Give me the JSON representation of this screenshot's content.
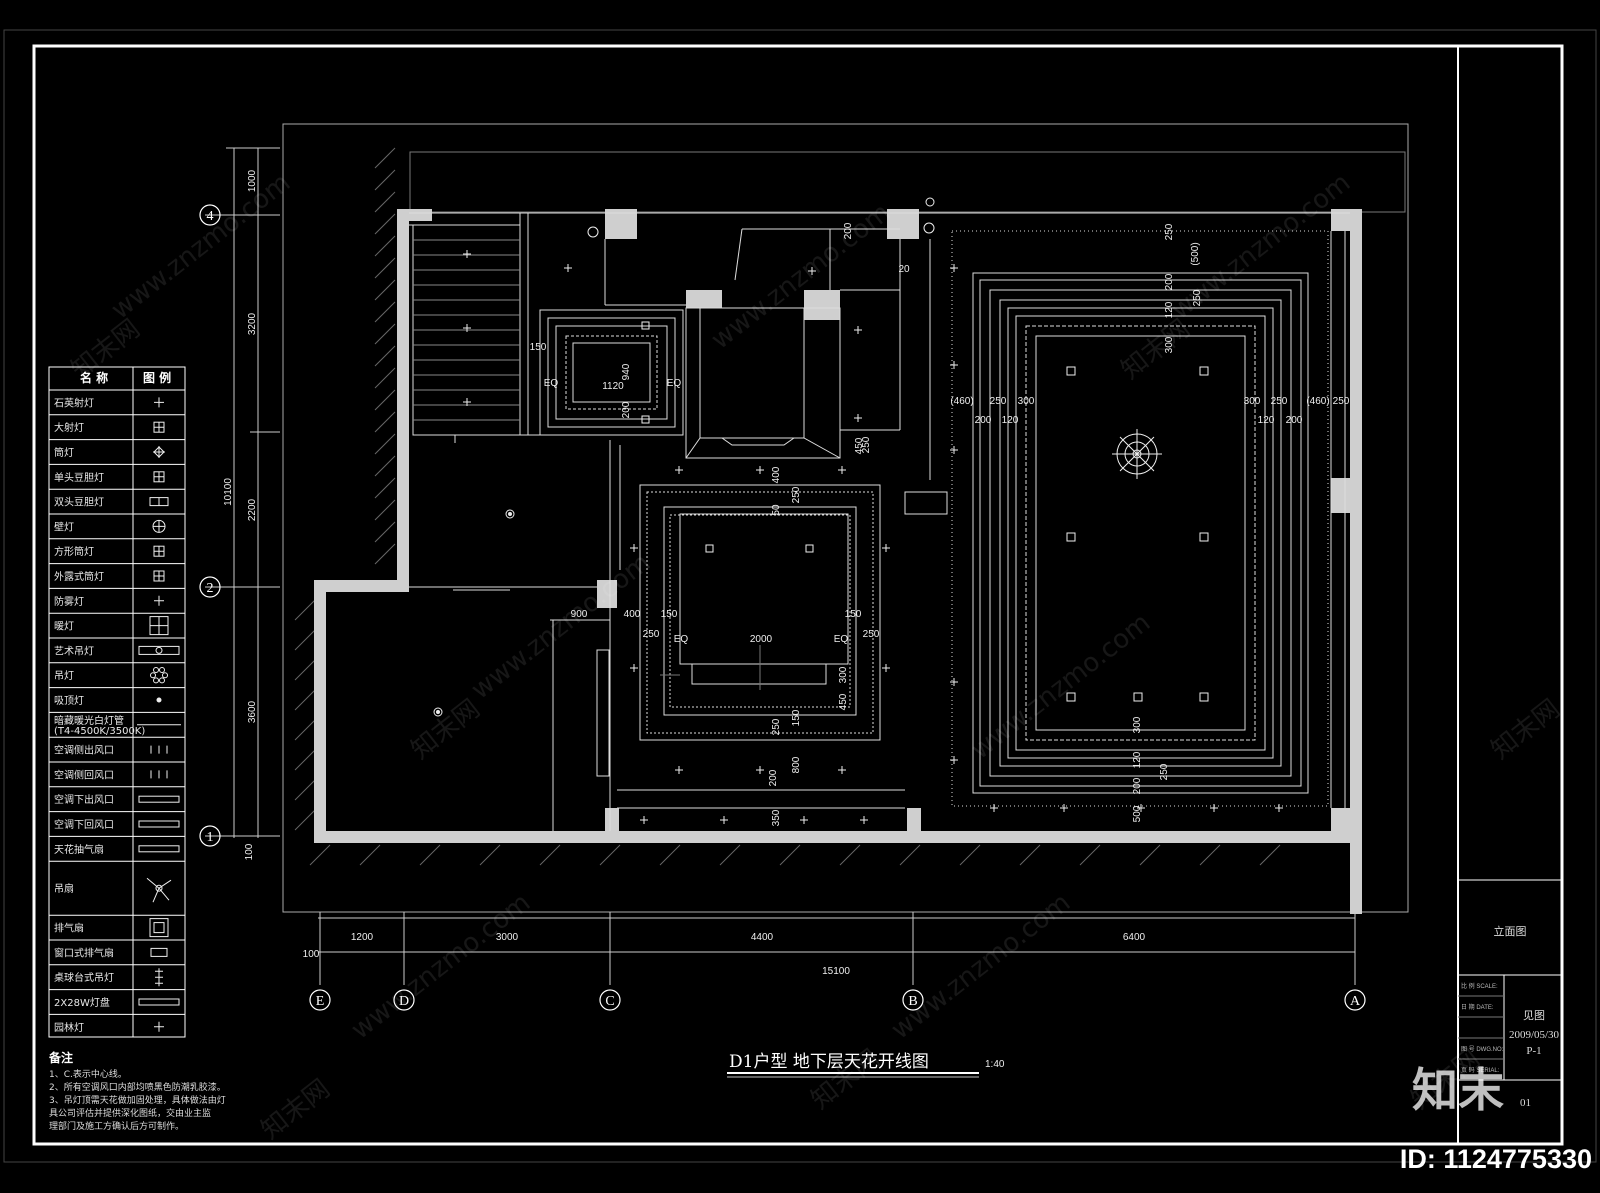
{
  "drawing_title": "D1户型 地下层天花开线图",
  "scale": "1:40",
  "legend": {
    "header_name": "名 称",
    "header_symbol": "图 例",
    "items": [
      {
        "name": "石英射灯",
        "icon": "spot-cross"
      },
      {
        "name": "大射灯",
        "icon": "grid-square"
      },
      {
        "name": "筒灯",
        "icon": "diamond-cross"
      },
      {
        "name": "单头豆胆灯",
        "icon": "boxed-square"
      },
      {
        "name": "双头豆胆灯",
        "icon": "double-box"
      },
      {
        "name": "壁灯",
        "icon": "circle-cross"
      },
      {
        "name": "方形筒灯",
        "icon": "square-cross"
      },
      {
        "name": "外露式筒灯",
        "icon": "square-grid"
      },
      {
        "name": "防雾灯",
        "icon": "plus-star"
      },
      {
        "name": "暖灯",
        "icon": "quad-grid"
      },
      {
        "name": "艺术吊灯",
        "icon": "bar-circle"
      },
      {
        "name": "吊灯",
        "icon": "flower"
      },
      {
        "name": "吸顶灯",
        "icon": "dot"
      },
      {
        "name": "暗藏暖光白灯管",
        "sub": "(T4-4500K/3500K)",
        "icon": "line"
      },
      {
        "name": "空调侧出风口",
        "icon": "arrows-up"
      },
      {
        "name": "空调侧回风口",
        "icon": "arrows-down"
      },
      {
        "name": "空调下出风口",
        "icon": "bar-double"
      },
      {
        "name": "空调下回风口",
        "icon": "bar-arrows"
      },
      {
        "name": "天花抽气扇",
        "icon": "bar-fan"
      },
      {
        "name": "吊扇",
        "icon": "ceiling-fan",
        "tall": true
      },
      {
        "name": "排气扇",
        "icon": "fan-box"
      },
      {
        "name": "窗口式排气扇",
        "icon": "small-box"
      },
      {
        "name": "桌球台式吊灯",
        "icon": "triple"
      },
      {
        "name": "2X28W灯盘",
        "icon": "panel"
      },
      {
        "name": "园林灯",
        "icon": "garden"
      }
    ]
  },
  "notes": {
    "title": "备注",
    "lines": [
      "1、C.表示中心线。",
      "2、所有空调风口内部均喷黑色防潮乳胶漆。",
      "3、吊灯顶需天花做加固处理，具体做法由灯",
      "   具公司评估并提供深化图纸，交由业主监",
      "   理部门及施工方确认后方可制作。"
    ]
  },
  "grid_axes": {
    "columns": [
      "E",
      "D",
      "C",
      "B",
      "A"
    ],
    "rows": [
      "4",
      "2",
      "1"
    ]
  },
  "dimensions": {
    "bottom": [
      "1200",
      "3000",
      "4400",
      "6400"
    ],
    "bottom_small": "100",
    "bottom_total": "15100",
    "left": [
      "1000",
      "3200",
      "2200",
      "3600",
      "100"
    ],
    "left_total": "10100",
    "plan": [
      "200",
      "20",
      "250",
      "(500)",
      "200",
      "250",
      "120",
      "300",
      "(460)",
      "250",
      "300",
      "200",
      "120",
      "300",
      "250",
      "(460)",
      "250",
      "120",
      "200",
      "150",
      "940",
      "1120",
      "EQ",
      "EQ",
      "200",
      "400",
      "250",
      "250",
      "50",
      "900",
      "400",
      "150",
      "150",
      "250",
      "250",
      "EQ",
      "2000",
      "EQ",
      "300",
      "450",
      "150",
      "250",
      "800",
      "200",
      "350",
      "300",
      "120",
      "250",
      "200",
      "500",
      "450"
    ]
  },
  "title_block": {
    "label": "立面图",
    "value_see": "见图",
    "date": "2009/05/30",
    "page": "P-1",
    "scale_label": "比 例 SCALE:",
    "date_label": "日 期 DATE:",
    "drawing_no_label": "图 号 DWG.NO:",
    "serial_label": "页 码 SERIAL:",
    "extra": "01"
  },
  "watermark": {
    "url": "www.znzmo.com",
    "cn": "知末网",
    "brand": "知末",
    "id": "ID: 1124775330"
  }
}
